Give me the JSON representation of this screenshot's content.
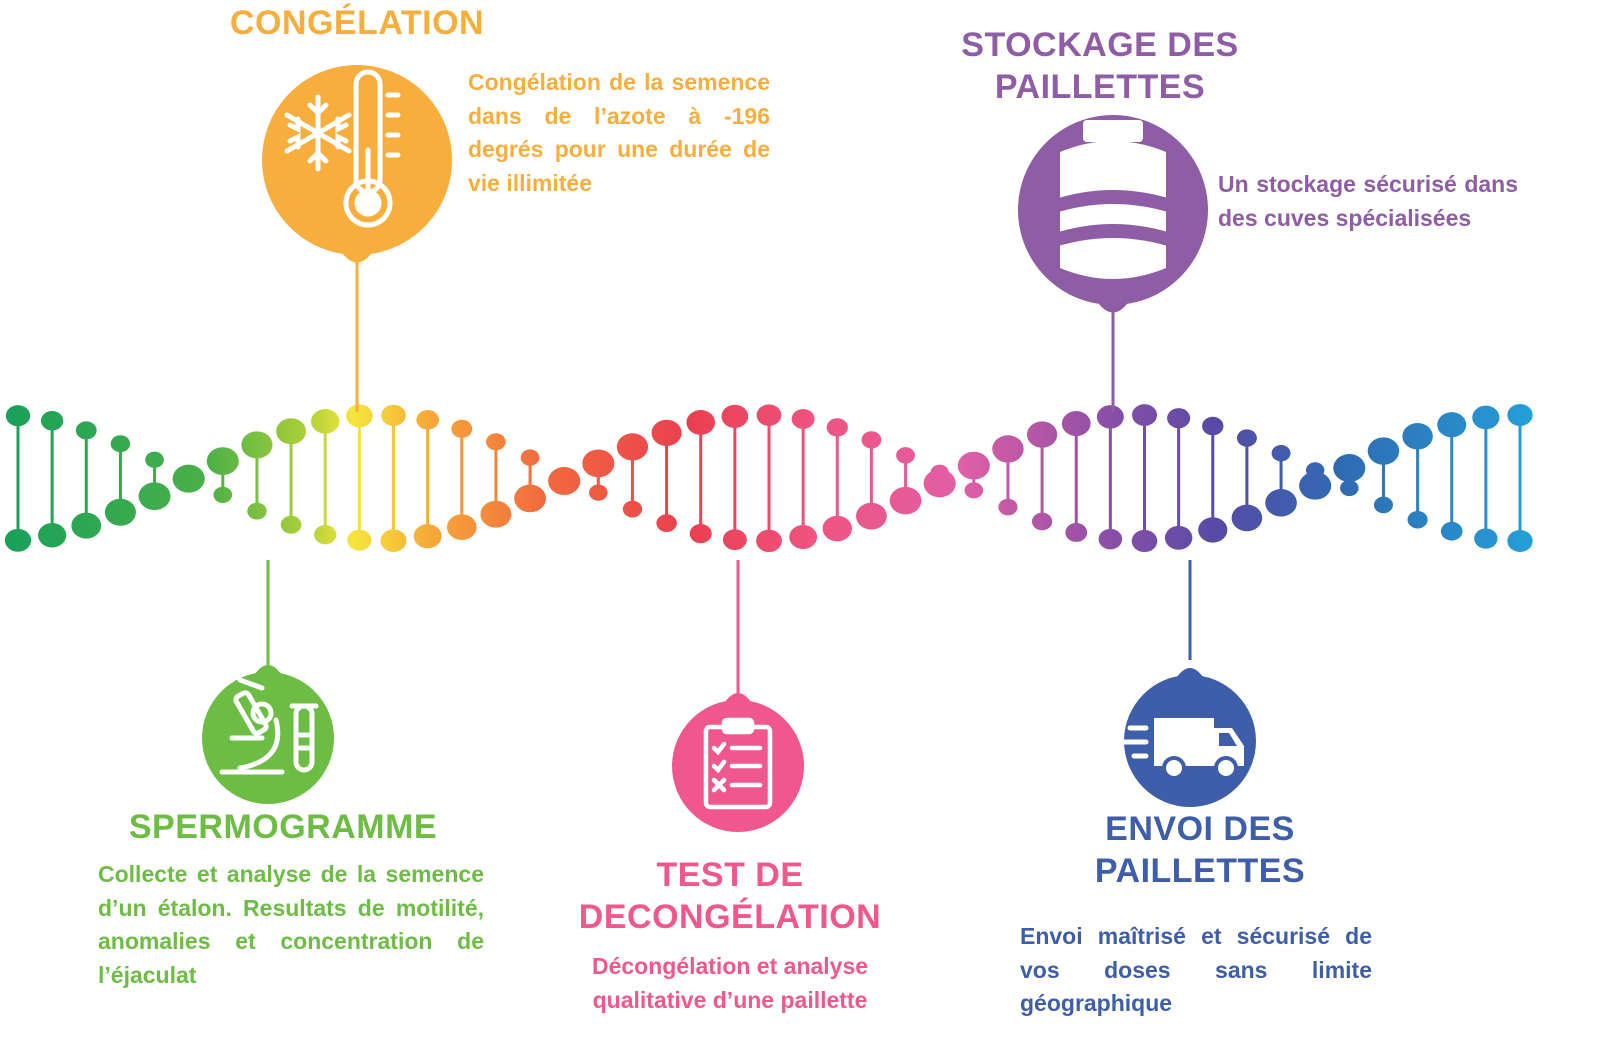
{
  "colors": {
    "congelation": "#f8ae3c",
    "stockage": "#8f5da5",
    "spermogramme": "#6dbd45",
    "test": "#f0588d",
    "envoi": "#3f5ea9"
  },
  "steps": {
    "congelation": {
      "title": "CONGÉLATION",
      "icon": "thermometer-snowflake-icon",
      "description": "Congélation de la semence dans de l’azote à -196 degrés pour une durée de vie illimitée"
    },
    "stockage": {
      "title_line1": "STOCKAGE DES",
      "title_line2": "PAILLETTES",
      "icon": "storage-tank-icon",
      "description": "Un stockage sécurisé dans des cuves spécialisées"
    },
    "spermogramme": {
      "title": "SPERMOGRAMME",
      "icon": "microscope-test-tube-icon",
      "description": "Collecte et analyse de la semence d’un étalon. Resultats de motilité, anomalies et concentration de l’éjaculat"
    },
    "test": {
      "title_line1": "TEST DE",
      "title_line2": "DECONGÉLATION",
      "icon": "clipboard-checklist-icon",
      "description_line1": "Décongélation et analyse",
      "description_line2": "qualitative d’une paillette"
    },
    "envoi": {
      "title_line1": "ENVOI DES",
      "title_line2": "PAILLETTES",
      "icon": "delivery-truck-icon",
      "description": "Envoi maîtrisé et sécurisé de vos doses sans limite géographique"
    }
  }
}
